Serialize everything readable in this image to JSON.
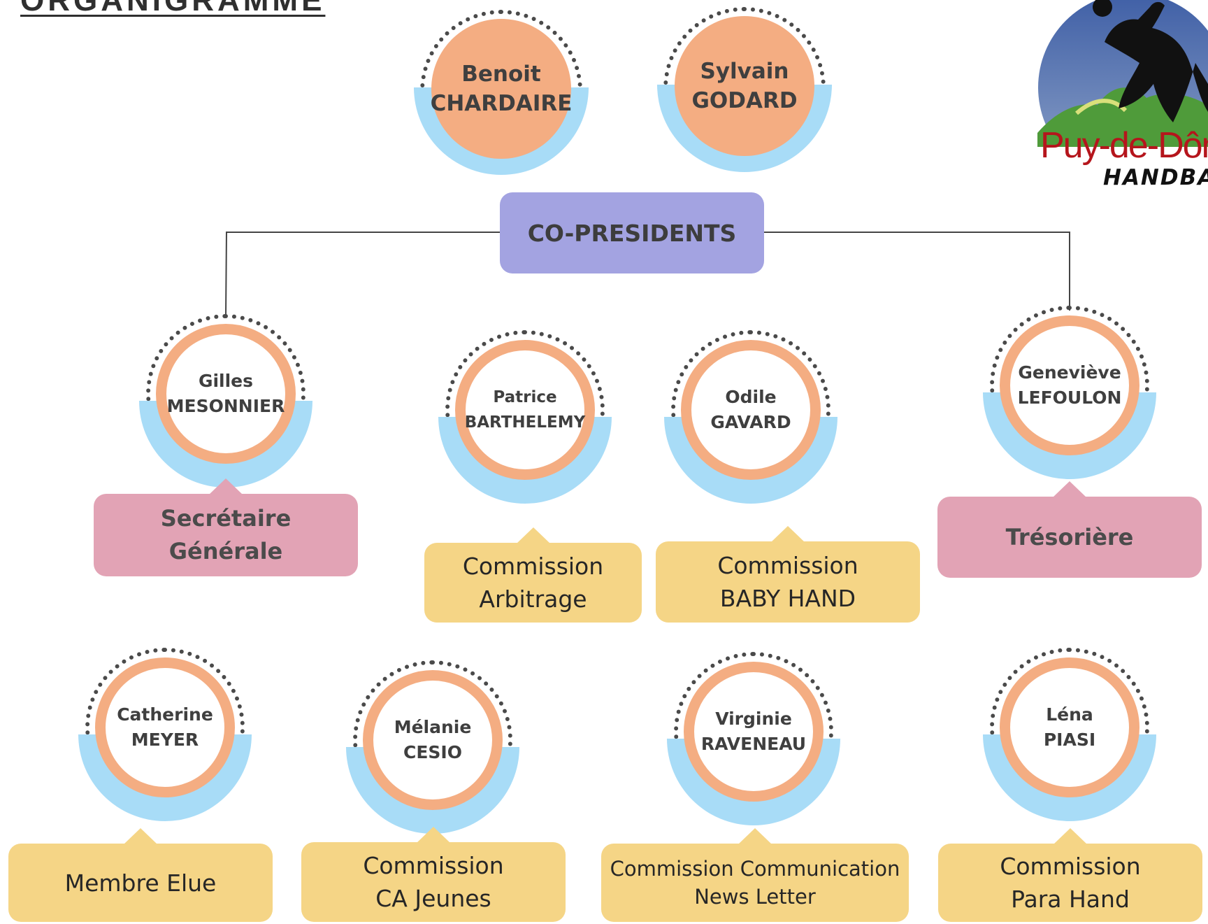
{
  "title": "ORGANIGRAMME",
  "logo": {
    "name": "Puy-de-Dôme",
    "subtitle": "HANDBALL",
    "colors": {
      "sky": "#3f5fa6",
      "grass": "#4f9b3a",
      "red": "#b5151c",
      "figure": "#111111"
    }
  },
  "colors": {
    "badge_orange": "#f4ad82",
    "badge_blue": "#a8dcf7",
    "role_purple": "#a3a3e1",
    "role_pink": "#e2a3b5",
    "role_yellow": "#f5d586"
  },
  "co_presidents": {
    "label": "CO-PRESIDENTS",
    "members": [
      {
        "first": "Benoit",
        "last": "CHARDAIRE"
      },
      {
        "first": "Sylvain",
        "last": "GODARD"
      }
    ]
  },
  "members": [
    {
      "first": "Gilles",
      "last": "MESONNIER",
      "role": [
        "Secrétaire",
        "Générale"
      ]
    },
    {
      "first": "Patrice",
      "last": "BARTHELEMY",
      "role": [
        "Commission",
        "Arbitrage"
      ]
    },
    {
      "first": "Odile",
      "last": "GAVARD",
      "role": [
        "Commission",
        "BABY HAND"
      ]
    },
    {
      "first": "Geneviève",
      "last": "LEFOULON",
      "role": [
        "Trésorière"
      ]
    },
    {
      "first": "Catherine",
      "last": "MEYER",
      "role": [
        "Membre Elue"
      ]
    },
    {
      "first": "Mélanie",
      "last": "CESIO",
      "role": [
        "Commission",
        "CA Jeunes"
      ]
    },
    {
      "first": "Virginie",
      "last": "RAVENEAU",
      "role": [
        "Commission Communication",
        "News Letter"
      ]
    },
    {
      "first": "Léna",
      "last": "PIASI",
      "role": [
        "Commission",
        "Para Hand"
      ]
    }
  ]
}
